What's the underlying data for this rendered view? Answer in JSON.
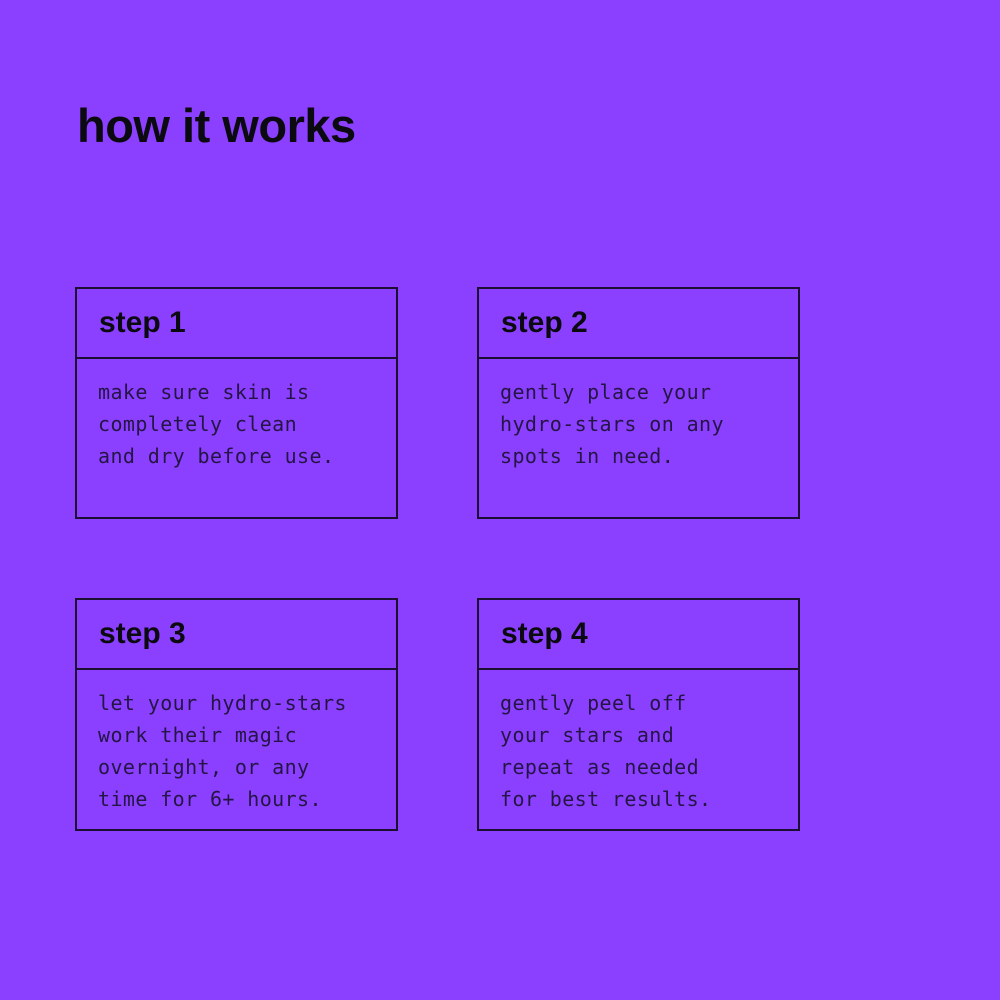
{
  "page": {
    "title": "how it works"
  },
  "theme": {
    "bg": "#8B3FFF",
    "border": "#1C0F33",
    "heading": "#0B0A10",
    "body": "#251545"
  },
  "steps": [
    {
      "label": "step 1",
      "description": "make sure skin is\ncompletely clean\nand dry before use."
    },
    {
      "label": "step 2",
      "description": "gently place your\nhydro-stars on any\nspots in need."
    },
    {
      "label": "step 3",
      "description": "let your hydro-stars\nwork their magic\novernight, or any\ntime for 6+ hours."
    },
    {
      "label": "step 4",
      "description": "gently peel off\nyour stars and\nrepeat as needed\nfor best results."
    }
  ]
}
